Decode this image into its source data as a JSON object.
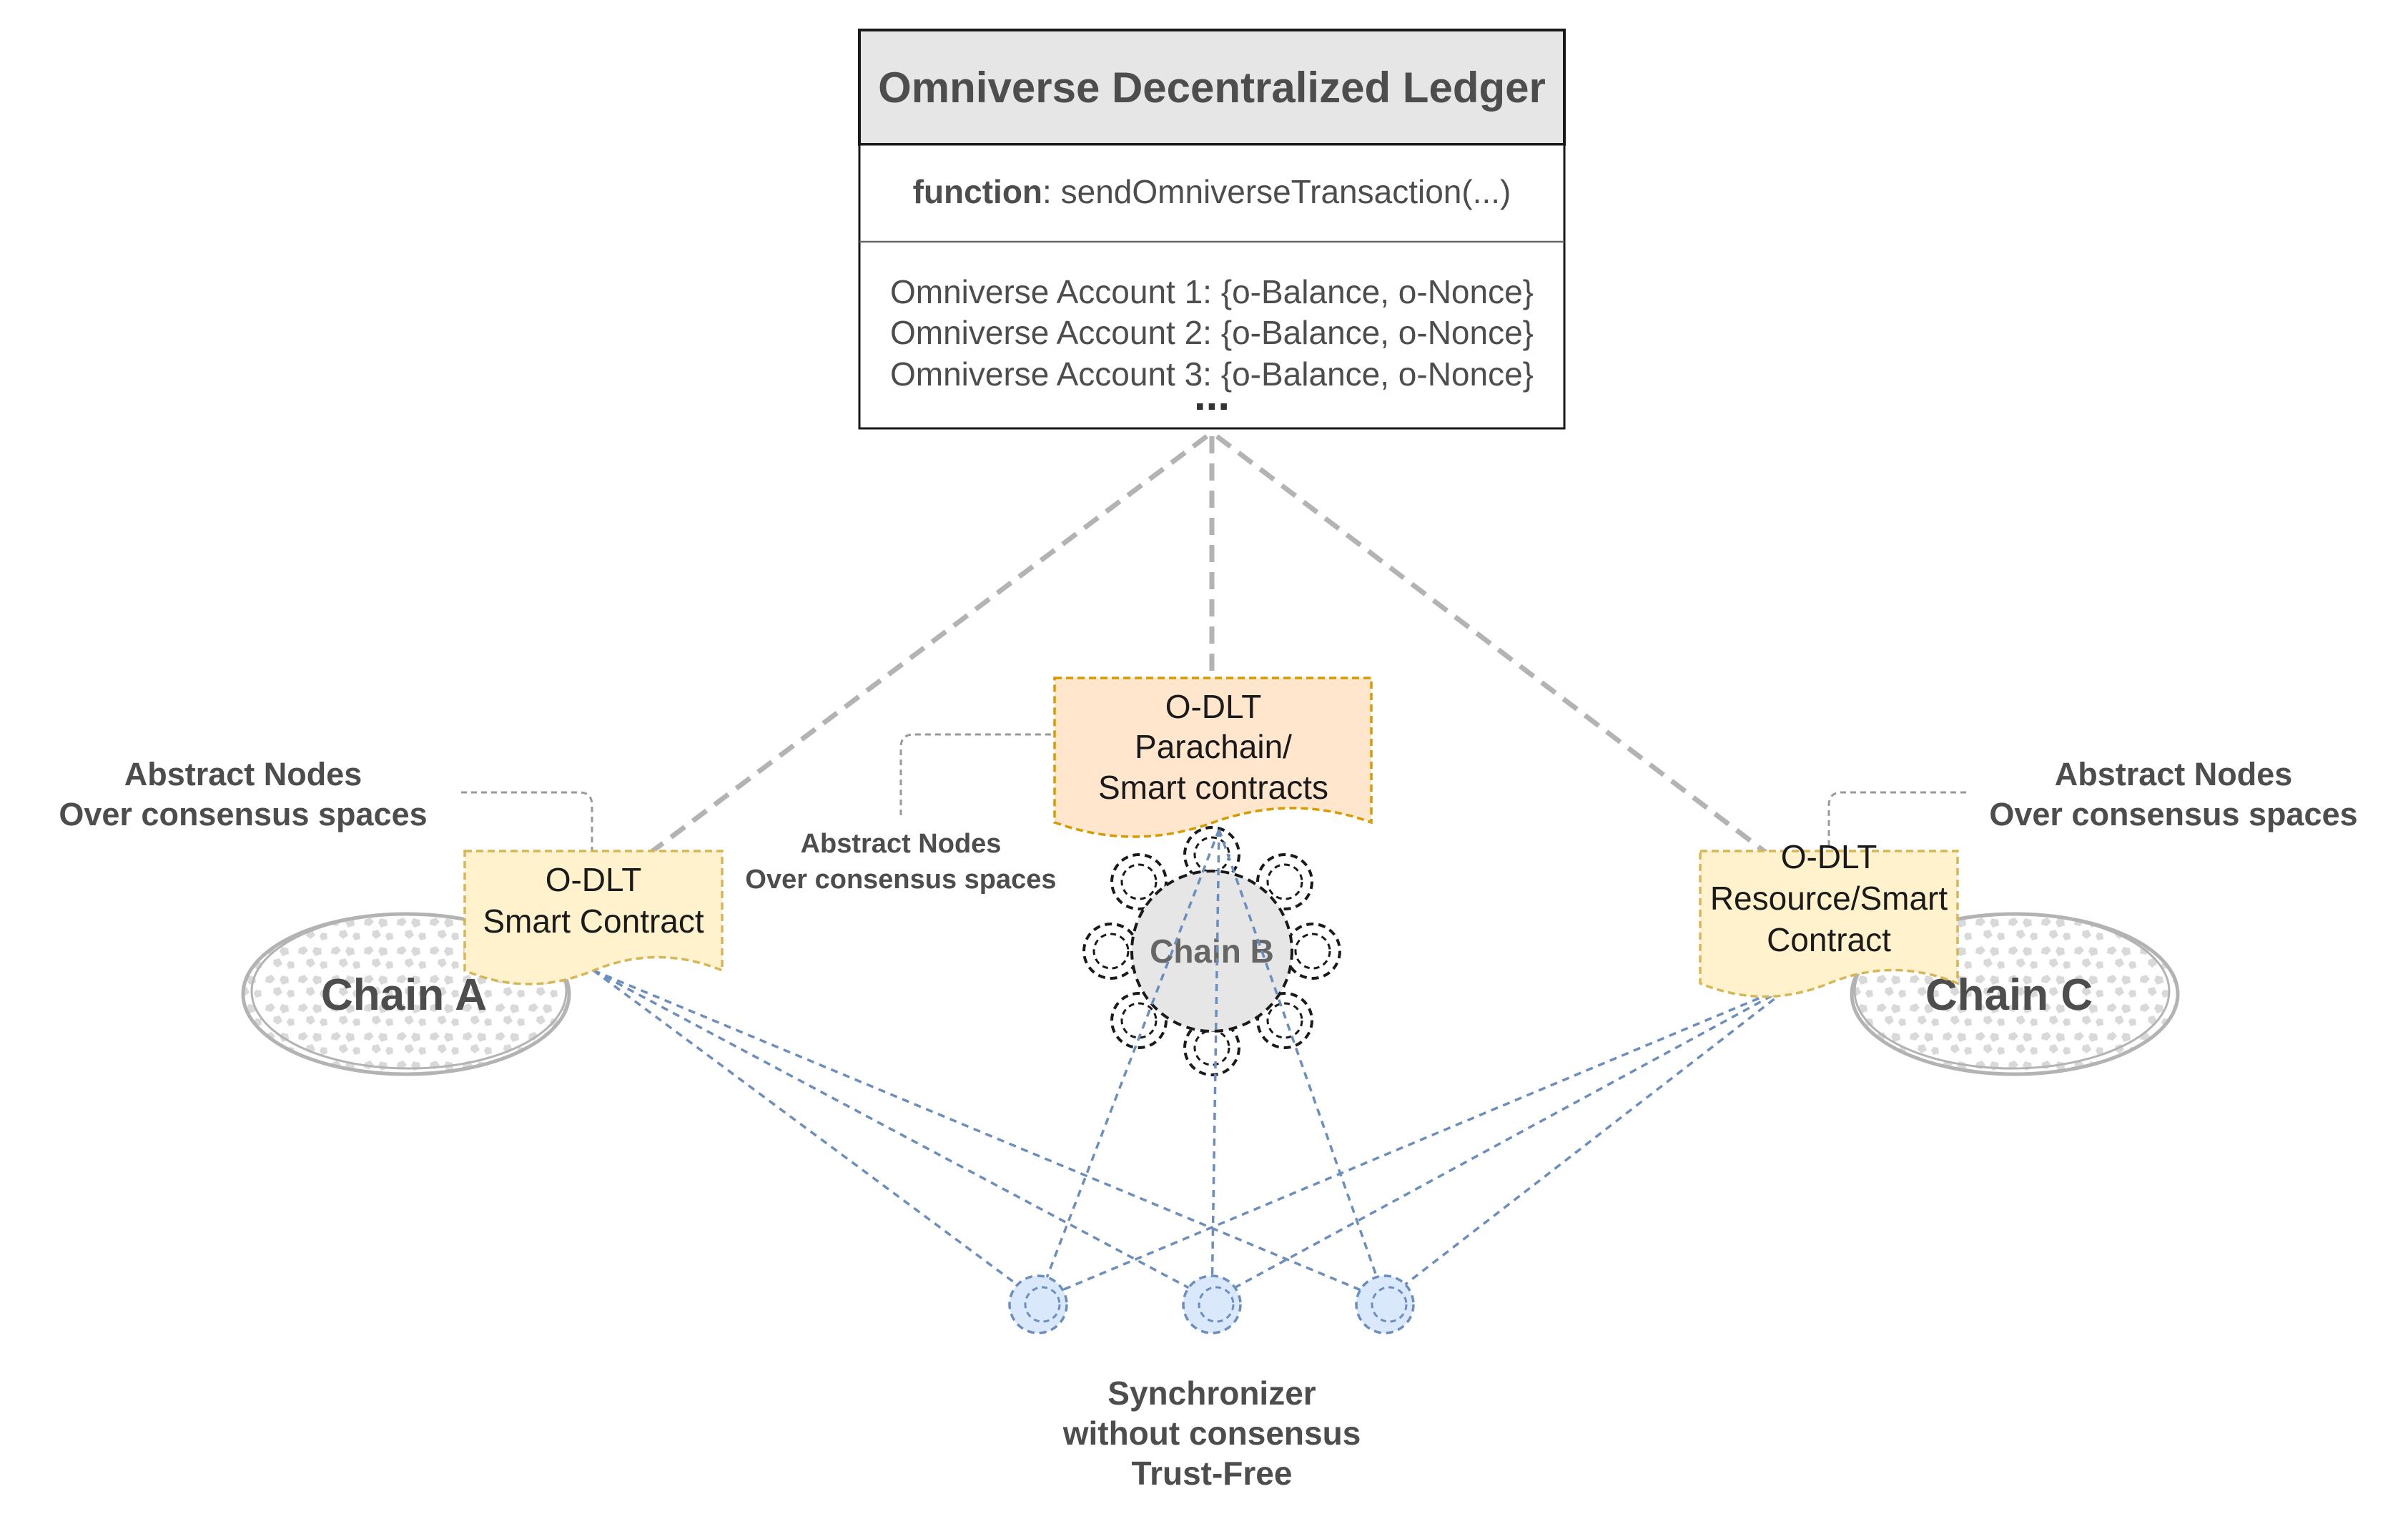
{
  "ledger": {
    "title": "Omniverse Decentralized Ledger",
    "function_keyword": "function",
    "function_signature": ": sendOmniverseTransaction(...)",
    "accounts": [
      "Omniverse Account 1: {o-Balance, o-Nonce}",
      "Omniverse Account 2: {o-Balance, o-Nonce}",
      "Omniverse Account 3: {o-Balance, o-Nonce}"
    ],
    "more": "..."
  },
  "chain_a": {
    "name": "Chain A",
    "contract_lines": [
      "O-DLT",
      "Smart Contract"
    ],
    "abstract_nodes": [
      "Abstract Nodes",
      "Over consensus spaces"
    ]
  },
  "chain_b": {
    "name": "Chain B",
    "contract_lines": [
      "O-DLT",
      "Parachain/",
      "Smart contracts"
    ],
    "abstract_nodes": [
      "Abstract Nodes",
      "Over consensus spaces"
    ]
  },
  "chain_c": {
    "name": "Chain C",
    "contract_lines": [
      "O-DLT",
      "Resource/Smart",
      "Contract"
    ],
    "abstract_nodes": [
      "Abstract Nodes",
      "Over consensus spaces"
    ]
  },
  "synchronizer": {
    "lines": [
      "Synchronizer",
      "without consensus",
      "Trust-Free"
    ]
  },
  "colors": {
    "ledger_header": "#e6e6e6",
    "contract_yellow": "#fff2cc",
    "contract_yellow_border": "#d6b656",
    "parachain_orange": "#ffe6cc",
    "parachain_border": "#d79b00",
    "sync_blue": "#dae8fc",
    "sync_line": "#6c8ebf",
    "dash_gray": "#b3b3b3"
  }
}
